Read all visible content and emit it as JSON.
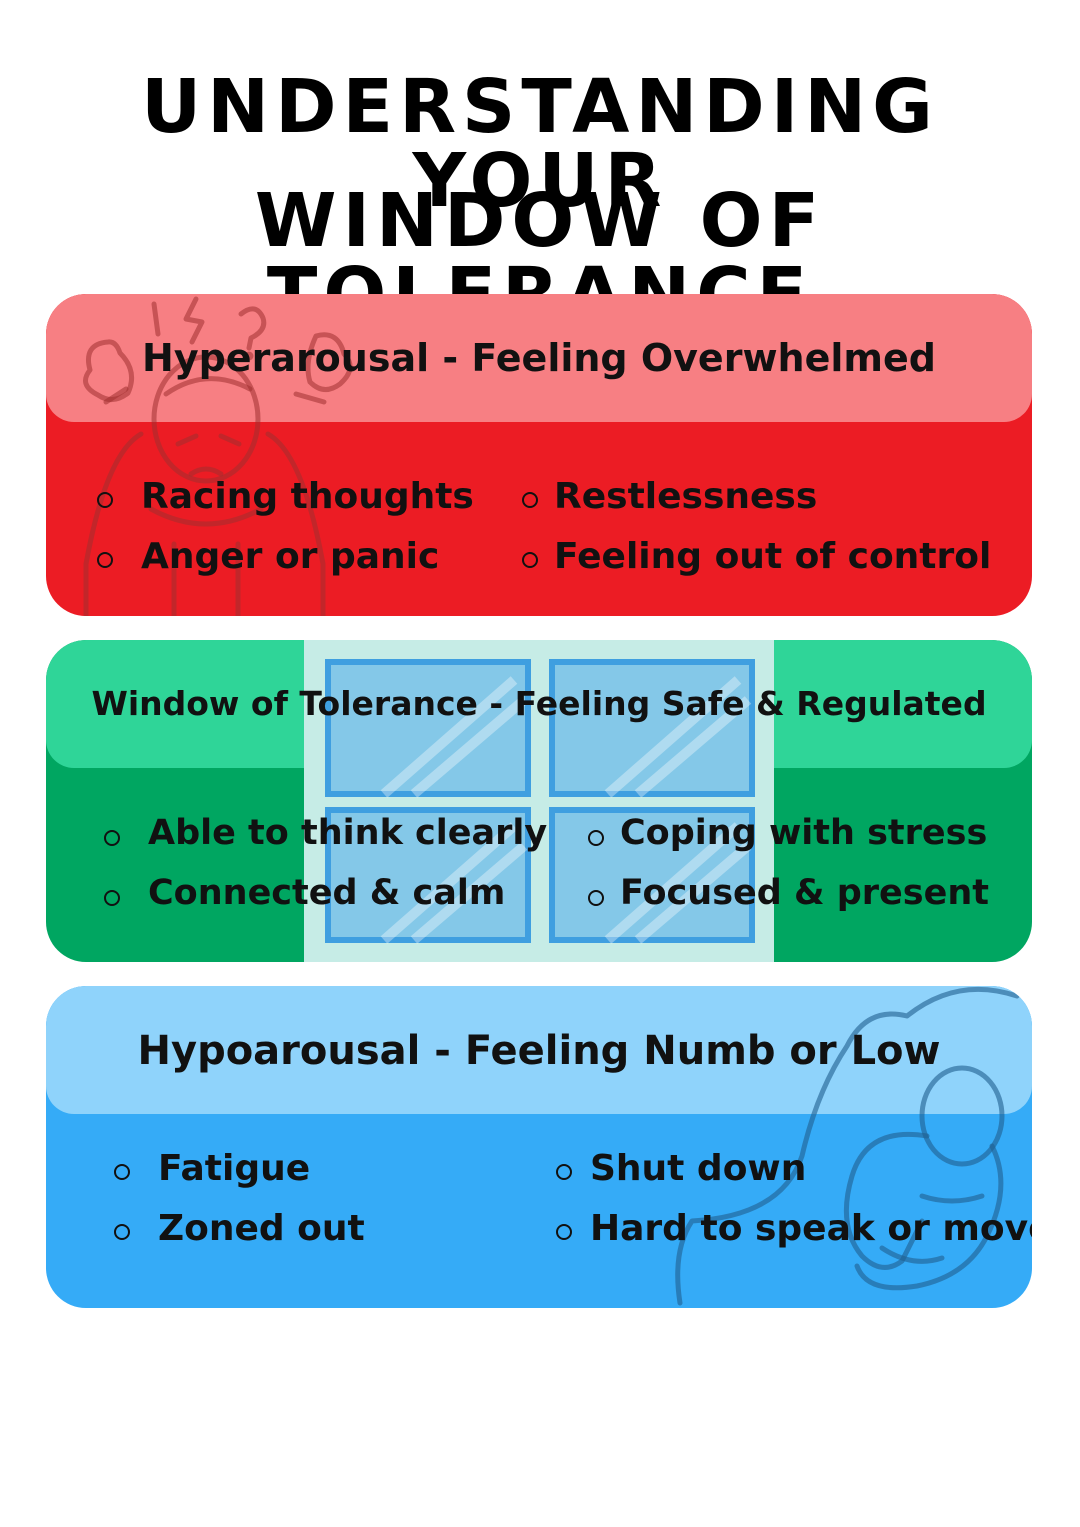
{
  "title": {
    "line1": "UNDERSTANDING YOUR",
    "line2": "WINDOW OF TOLERANCE"
  },
  "sections": [
    {
      "heading": "Hyperarousal - Feeling Overwhelmed",
      "items": [
        "Racing thoughts",
        "Anger or panic",
        "Restlessness",
        "Feeling out of control"
      ],
      "colors": {
        "header": "#f77f83",
        "body": "#ec1c24"
      },
      "icon": "stressed-person-icon"
    },
    {
      "heading": "Window of Tolerance - Feeling Safe & Regulated",
      "items": [
        "Able to think clearly",
        "Connected & calm",
        "Coping with stress",
        "Focused & present"
      ],
      "colors": {
        "header": "#2fd598",
        "body": "#00a661"
      },
      "icon": "window-icon"
    },
    {
      "heading": "Hypoarousal - Feeling Numb or Low",
      "items": [
        "Fatigue",
        "Zoned out",
        "Shut down",
        "Hard to speak or move"
      ],
      "colors": {
        "header": "#8fd3fb",
        "body": "#35abf7"
      },
      "icon": "curled-up-person-icon"
    }
  ]
}
